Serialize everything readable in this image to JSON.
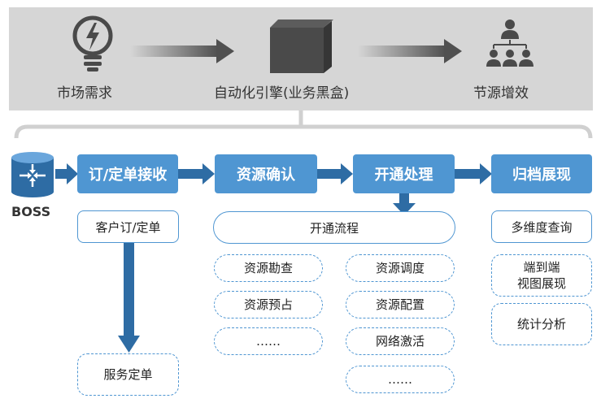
{
  "top": {
    "market_demand": "市场需求",
    "engine": "自动化引擎(业务黑盒)",
    "cost_saving": "节源增效"
  },
  "boss": {
    "label": "BOSS"
  },
  "stages": {
    "order_receive": "订/定单接收",
    "resource_confirm": "资源确认",
    "provision": "开通处理",
    "archive": "归档展现"
  },
  "order_col": {
    "customer_order": "客户订/定单",
    "service_order": "服务定单"
  },
  "provision_flow": {
    "title": "开通流程",
    "left": [
      "资源勘查",
      "资源预占",
      "……"
    ],
    "right": [
      "资源调度",
      "资源配置",
      "网络激活",
      "……"
    ]
  },
  "archive_col": {
    "query": "多维度查询",
    "e2e_line1": "端到端",
    "e2e_line2": "视图展现",
    "stats": "统计分析"
  },
  "colors": {
    "blue": "#4f96d2",
    "dark_blue": "#2e6ca4",
    "grey_band": "#d6d6d6",
    "icon_grey": "#4a4a4a"
  }
}
